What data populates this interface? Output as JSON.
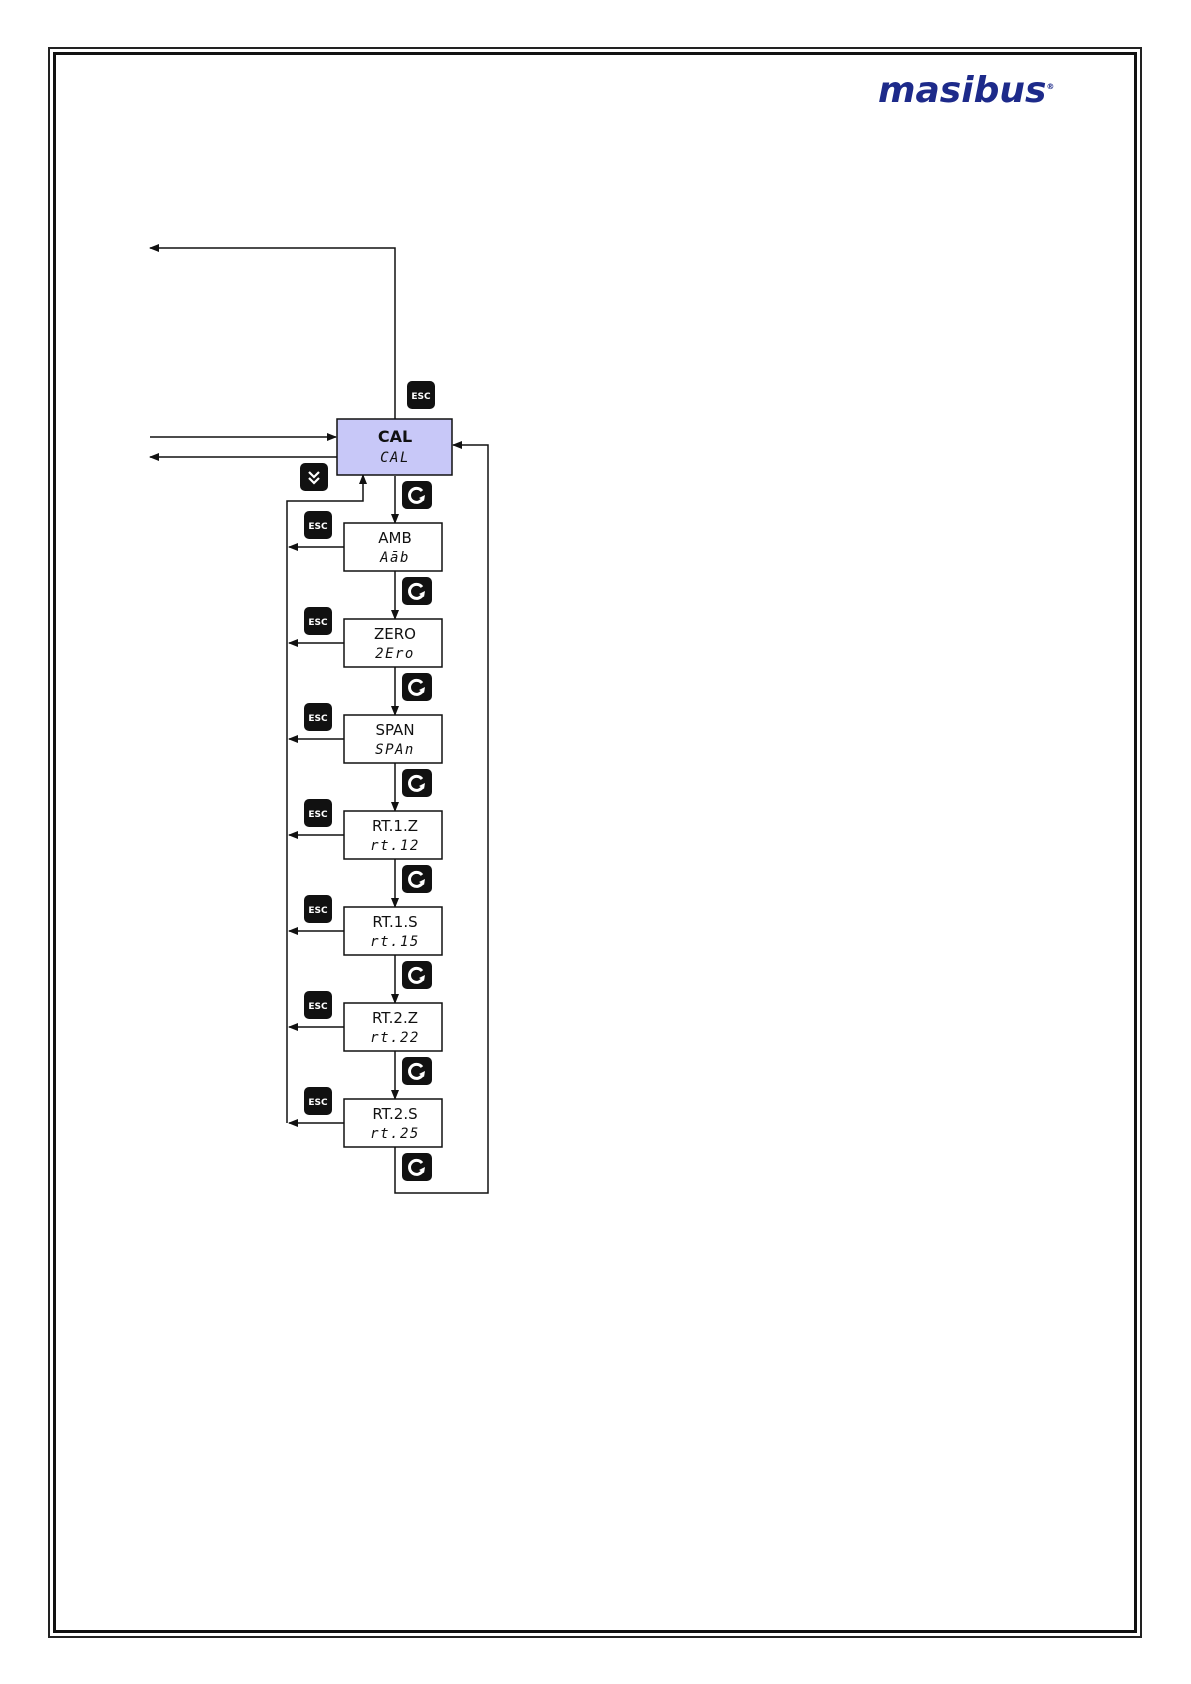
{
  "brand": {
    "name": "masibus",
    "registered_mark": "®",
    "color": "#1d2a8a"
  },
  "diagram": {
    "root": {
      "label": "CAL",
      "display": "CAL",
      "fill": "#c8c8f8"
    },
    "keys": {
      "esc": "ESC"
    },
    "icons": {
      "down": "double-chevron-down-icon",
      "cycle": "cycle-arrow-icon",
      "esc": "esc-key-icon"
    },
    "params": [
      {
        "label": "AMB",
        "display": "Aāb"
      },
      {
        "label": "ZERO",
        "display": "2Ero"
      },
      {
        "label": "SPAN",
        "display": "SPAn"
      },
      {
        "label": "RT.1.Z",
        "display": "rt.12"
      },
      {
        "label": "RT.1.S",
        "display": "rt.15"
      },
      {
        "label": "RT.2.Z",
        "display": "rt.22"
      },
      {
        "label": "RT.2.S",
        "display": "rt.25"
      }
    ]
  }
}
